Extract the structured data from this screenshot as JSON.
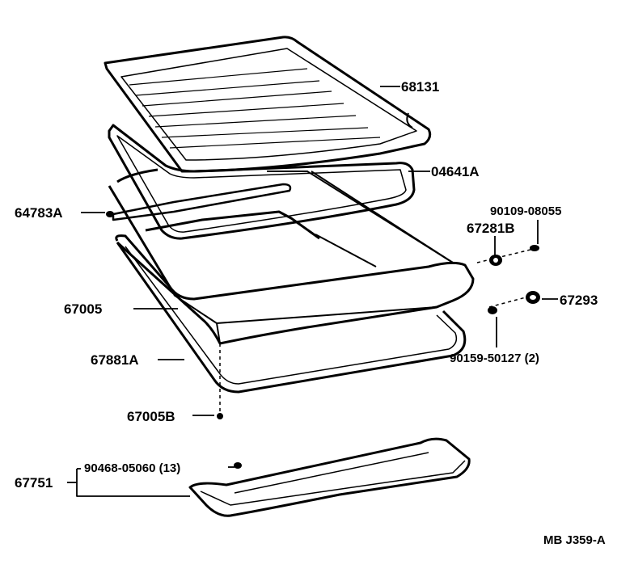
{
  "diagram": {
    "type": "exploded parts diagram",
    "subject": "back door glass / back door assembly",
    "code": "MB J359-A",
    "parts": [
      {
        "id": "68131",
        "label": "68131"
      },
      {
        "id": "04641A",
        "label": "04641A"
      },
      {
        "id": "64783A",
        "label": "64783A"
      },
      {
        "id": "90109-08055",
        "label": "90109-08055"
      },
      {
        "id": "67281B",
        "label": "67281B"
      },
      {
        "id": "67293",
        "label": "67293"
      },
      {
        "id": "67005",
        "label": "67005"
      },
      {
        "id": "90159-50127",
        "label": "90159-50127 (2)"
      },
      {
        "id": "67881A",
        "label": "67881A"
      },
      {
        "id": "67005B",
        "label": "67005B"
      },
      {
        "id": "90468-05060",
        "label": "90468-05060 (13)"
      },
      {
        "id": "67751",
        "label": "67751"
      }
    ]
  }
}
